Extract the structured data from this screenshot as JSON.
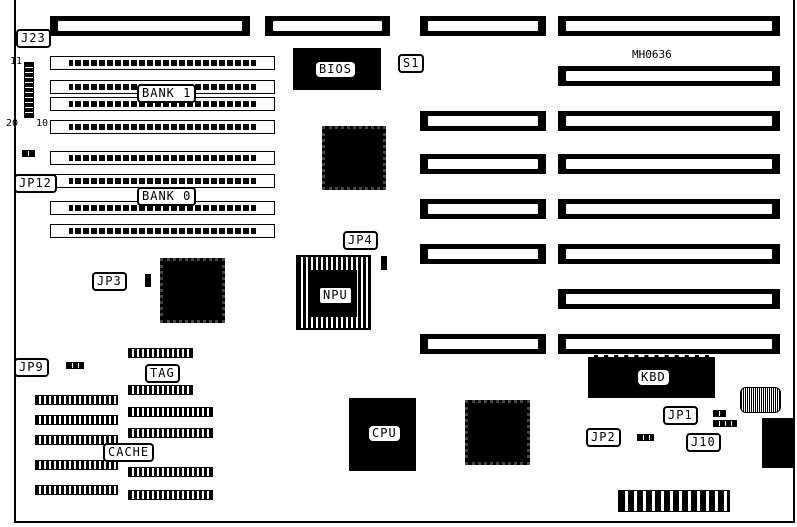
{
  "figure_id": "MH0636",
  "labels": {
    "j23": "J23",
    "pin11": "11",
    "pin20": "20",
    "pin10": "10",
    "bank1": "BANK 1",
    "bank0": "BANK 0",
    "jp12": "JP12",
    "bios": "BIOS",
    "s1": "S1",
    "jp4": "JP4",
    "jp3": "JP3",
    "npu": "NPU",
    "jp9": "JP9",
    "tag": "TAG",
    "cache": "CACHE",
    "cpu": "CPU",
    "kbd": "KBD",
    "jp1": "JP1",
    "jp2": "JP2",
    "j10": "J10"
  }
}
